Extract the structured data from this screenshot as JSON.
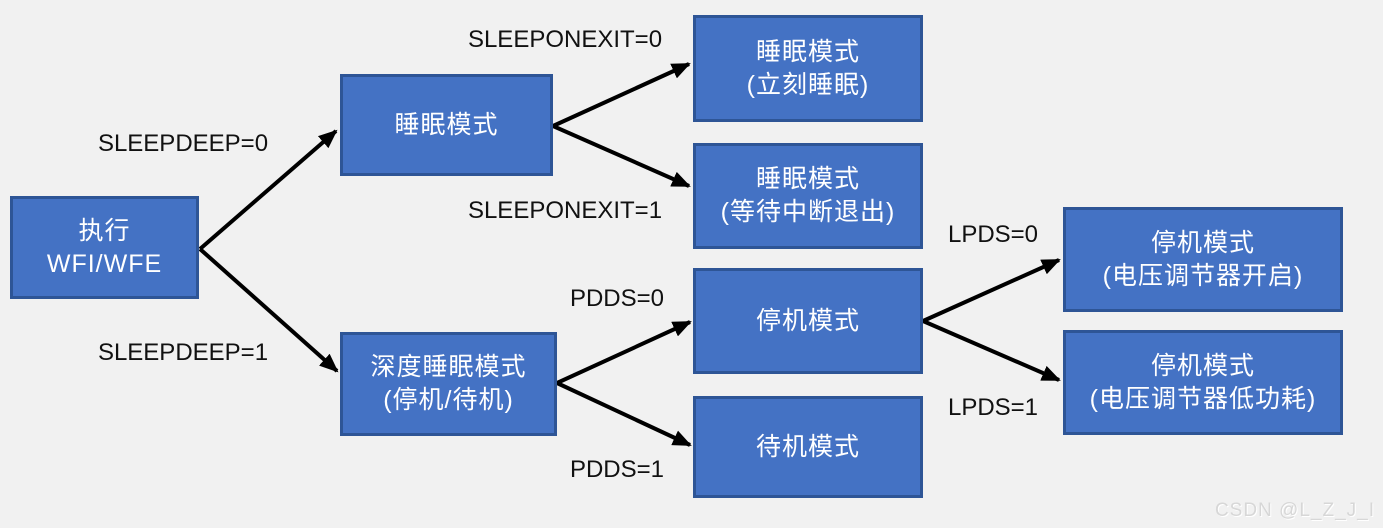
{
  "diagram": {
    "colors": {
      "background": "#f1f1f1",
      "node_fill": "#4472c4",
      "node_border": "#2e5596",
      "node_text": "#ffffff",
      "arrow": "#000000",
      "label_text": "#111111"
    },
    "nodes": {
      "exec": {
        "line1": "执行",
        "line2": "WFI/WFE"
      },
      "sleep": {
        "line1": "睡眠模式"
      },
      "sleep_now": {
        "line1": "睡眠模式",
        "line2": "(立刻睡眠)"
      },
      "sleep_wait": {
        "line1": "睡眠模式",
        "line2": "(等待中断退出)"
      },
      "deepsleep": {
        "line1": "深度睡眠模式",
        "line2": "(停机/待机)"
      },
      "stop": {
        "line1": "停机模式"
      },
      "standby": {
        "line1": "待机模式"
      },
      "stop_reg_on": {
        "line1": "停机模式",
        "line2": "(电压调节器开启)"
      },
      "stop_reg_lp": {
        "line1": "停机模式",
        "line2": "(电压调节器低功耗)"
      }
    },
    "labels": {
      "sleepdeep0": "SLEEPDEEP=0",
      "sleepdeep1": "SLEEPDEEP=1",
      "sleeponexit0": "SLEEPONEXIT=0",
      "sleeponexit1": "SLEEPONEXIT=1",
      "pdds0": "PDDS=0",
      "pdds1": "PDDS=1",
      "lpds0": "LPDS=0",
      "lpds1": "LPDS=1"
    },
    "watermark": "CSDN @L_Z_J_I"
  }
}
